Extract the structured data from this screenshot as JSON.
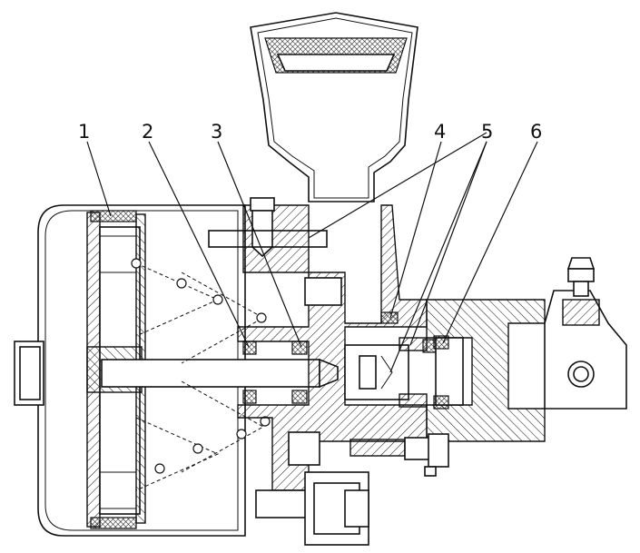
{
  "diagram": {
    "callouts": [
      {
        "id": "callout-1",
        "label": "1"
      },
      {
        "id": "callout-2",
        "label": "2"
      },
      {
        "id": "callout-3",
        "label": "3"
      },
      {
        "id": "callout-4",
        "label": "4"
      },
      {
        "id": "callout-5",
        "label": "5"
      },
      {
        "id": "callout-6",
        "label": "6"
      }
    ],
    "colors": {
      "line": "#111111",
      "background": "#ffffff"
    }
  }
}
